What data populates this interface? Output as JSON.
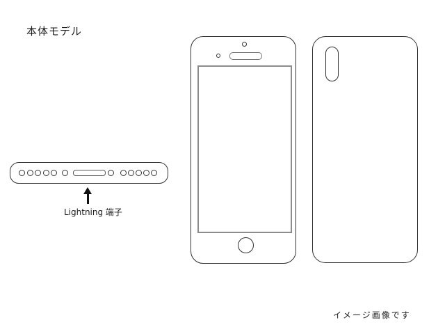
{
  "title": "本体モデル",
  "note": "イメージ画像です",
  "colors": {
    "background": "#ffffff",
    "outline": "#2f2f2f",
    "screen_border": "#8c8c8c",
    "earpiece_border": "#777777",
    "arrow": "#111111",
    "text": "#1c1c1c"
  },
  "diagram": {
    "bottom_edge_view": {
      "label": "Lightning 端子",
      "components": [
        "speaker-hole-icon x5 (left)",
        "screw-hole-icon (left)",
        "lightning-port-icon",
        "screw-hole-icon (right)",
        "speaker-hole-icon x5 (right)"
      ]
    },
    "front_view": {
      "components": [
        "front-camera-icon",
        "sensor-dot-icon",
        "earpiece-speaker-icon",
        "screen-outline",
        "home-button-icon"
      ]
    },
    "back_view": {
      "components": [
        "rear-camera-icon"
      ]
    }
  }
}
